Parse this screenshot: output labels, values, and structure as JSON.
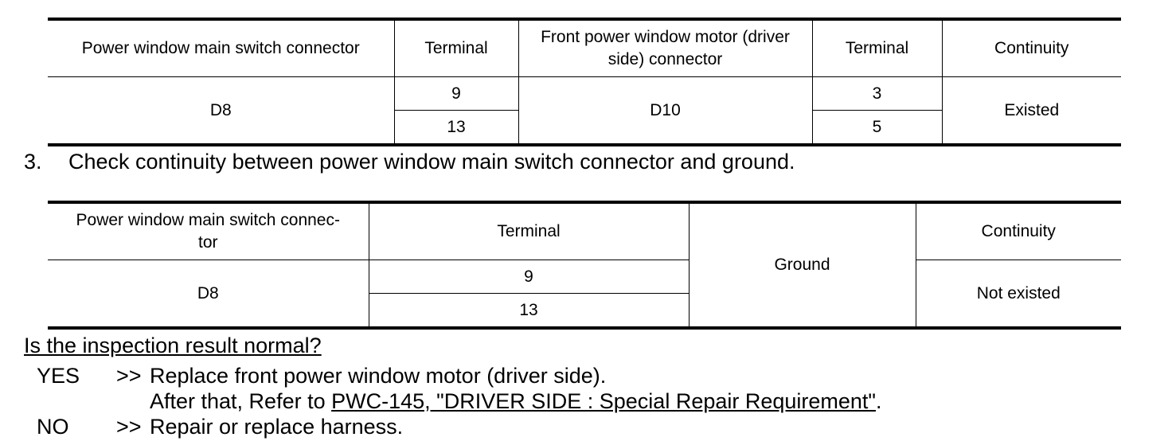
{
  "table1": {
    "headers": [
      "Power window main switch connector",
      "Terminal",
      "Front power window motor (driver side) connector",
      "Terminal",
      "Continuity"
    ],
    "connector_a": "D8",
    "terminals_a": [
      "9",
      "13"
    ],
    "connector_b": "D10",
    "terminals_b": [
      "3",
      "5"
    ],
    "continuity": "Existed"
  },
  "step3": {
    "number": "3.",
    "text": "Check continuity between power window main switch connector and ground."
  },
  "table2": {
    "headers": [
      "Power window main switch connector",
      "Terminal",
      "Ground",
      "Continuity"
    ],
    "connector": "D8",
    "terminals": [
      "9",
      "13"
    ],
    "continuity": "Not existed"
  },
  "question": "Is the inspection result normal?",
  "yes": {
    "key": "YES",
    "arrow": ">>",
    "line1": "Replace front power window motor (driver side).",
    "line2_prefix": "After that, Refer to ",
    "link": "PWC-145, \"DRIVER SIDE : Special Repair Requirement\"",
    "line2_suffix": "."
  },
  "no": {
    "key": "NO",
    "arrow": ">>",
    "text": "Repair or replace harness."
  }
}
